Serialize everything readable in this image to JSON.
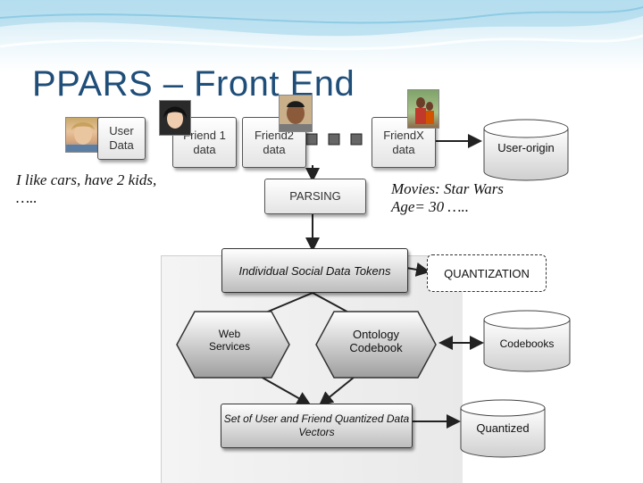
{
  "slide": {
    "title": "PPARS – Front End"
  },
  "nodes": {
    "user_data": "User Data",
    "friend1": "Friend 1 data",
    "friend2": "Friend2 data",
    "friendx": "FriendX data",
    "user_origin": "User-origin",
    "parsing": "PARSING",
    "tokens": "Individual Social Data Tokens",
    "quantization": "QUANTIZATION",
    "web_services": "Web Services",
    "ontology": "Ontology Codebook",
    "codebooks": "Codebooks",
    "quantized_vectors": "Set of User and Friend Quantized Data Vectors",
    "quantized": "Quantized"
  },
  "notes": {
    "user_text_line1": "I like cars, have 2 kids,",
    "user_text_line2": "…..",
    "movies_line1": "Movies: Star Wars",
    "movies_line2": "Age= 30 ….."
  },
  "colors": {
    "title": "#1f4e79",
    "banner": "#cfe9f5",
    "box_edge": "#555555"
  }
}
